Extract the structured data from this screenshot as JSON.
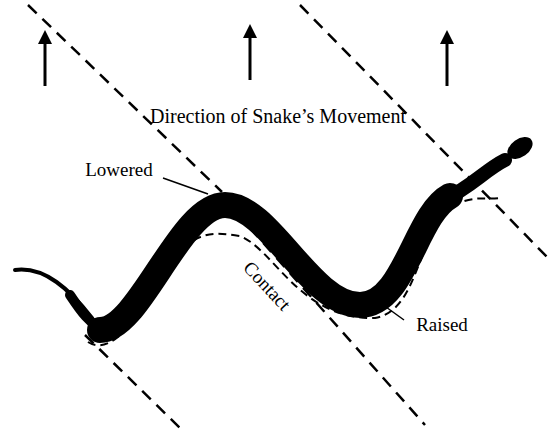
{
  "diagram": {
    "labels": [
      "Direction of Snake’s Movement",
      "Lowered",
      "Contact",
      "Raised"
    ]
  }
}
